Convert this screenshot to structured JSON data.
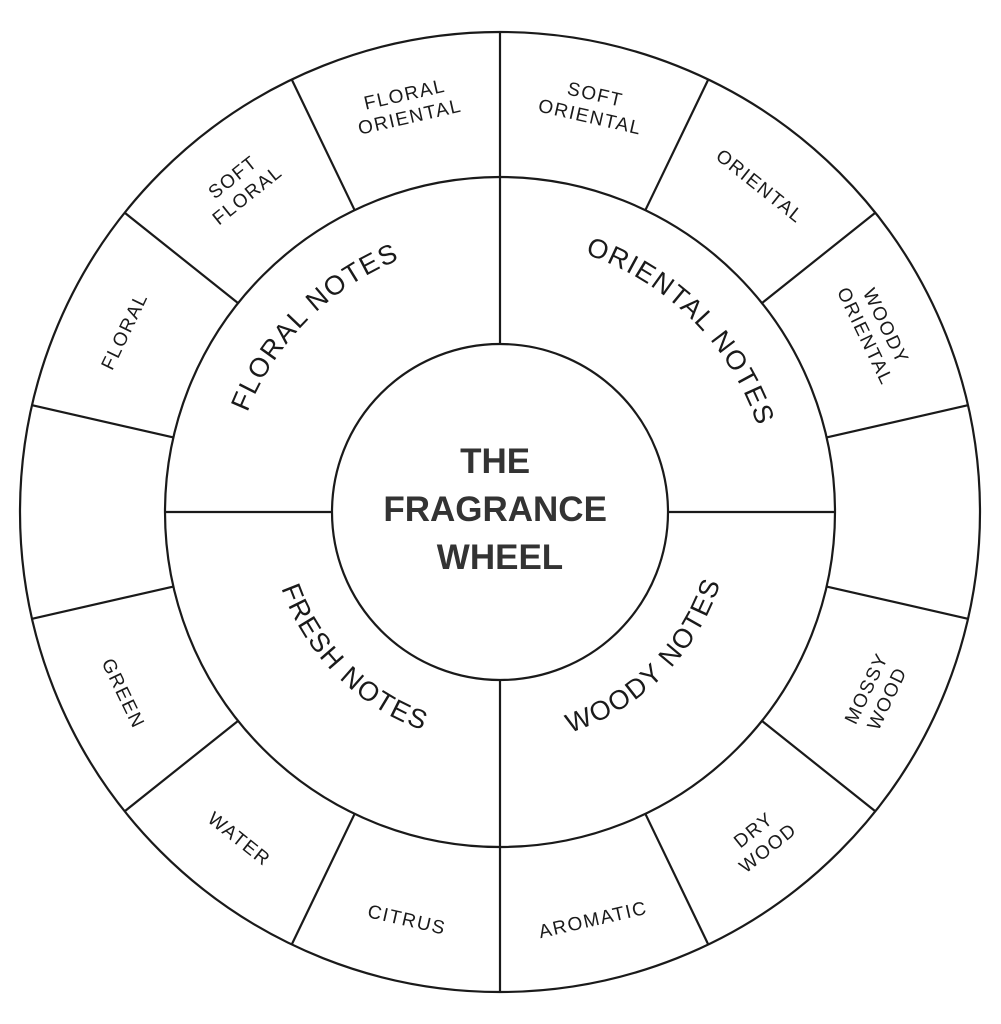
{
  "title_lines": [
    "THE",
    "FRAGRANCE",
    "WHEEL"
  ],
  "families": [
    {
      "label": "FLORAL NOTES"
    },
    {
      "label": "ORIENTAL NOTES"
    },
    {
      "label": "WOODY NOTES"
    },
    {
      "label": "FRESH NOTES"
    }
  ],
  "segments": [
    {
      "lines": [
        "FLORAL"
      ]
    },
    {
      "lines": [
        "SOFT",
        "FLORAL"
      ]
    },
    {
      "lines": [
        "FLORAL",
        "ORIENTAL"
      ]
    },
    {
      "lines": [
        "SOFT",
        "ORIENTAL"
      ]
    },
    {
      "lines": [
        "ORIENTAL"
      ]
    },
    {
      "lines": [
        "WOODY",
        "ORIENTAL"
      ]
    },
    {
      "lines": []
    },
    {
      "lines": [
        "MOSSY",
        "WOOD"
      ]
    },
    {
      "lines": [
        "DRY",
        "WOOD"
      ]
    },
    {
      "lines": [
        "AROMATIC"
      ]
    },
    {
      "lines": [
        "CITRUS"
      ]
    },
    {
      "lines": [
        "WATER"
      ]
    },
    {
      "lines": [
        "GREEN"
      ]
    },
    {
      "lines": []
    }
  ],
  "colors": {
    "line": "#1a1a1a",
    "text": "#1a1a1a",
    "title": "#333333",
    "background": "#ffffff"
  }
}
